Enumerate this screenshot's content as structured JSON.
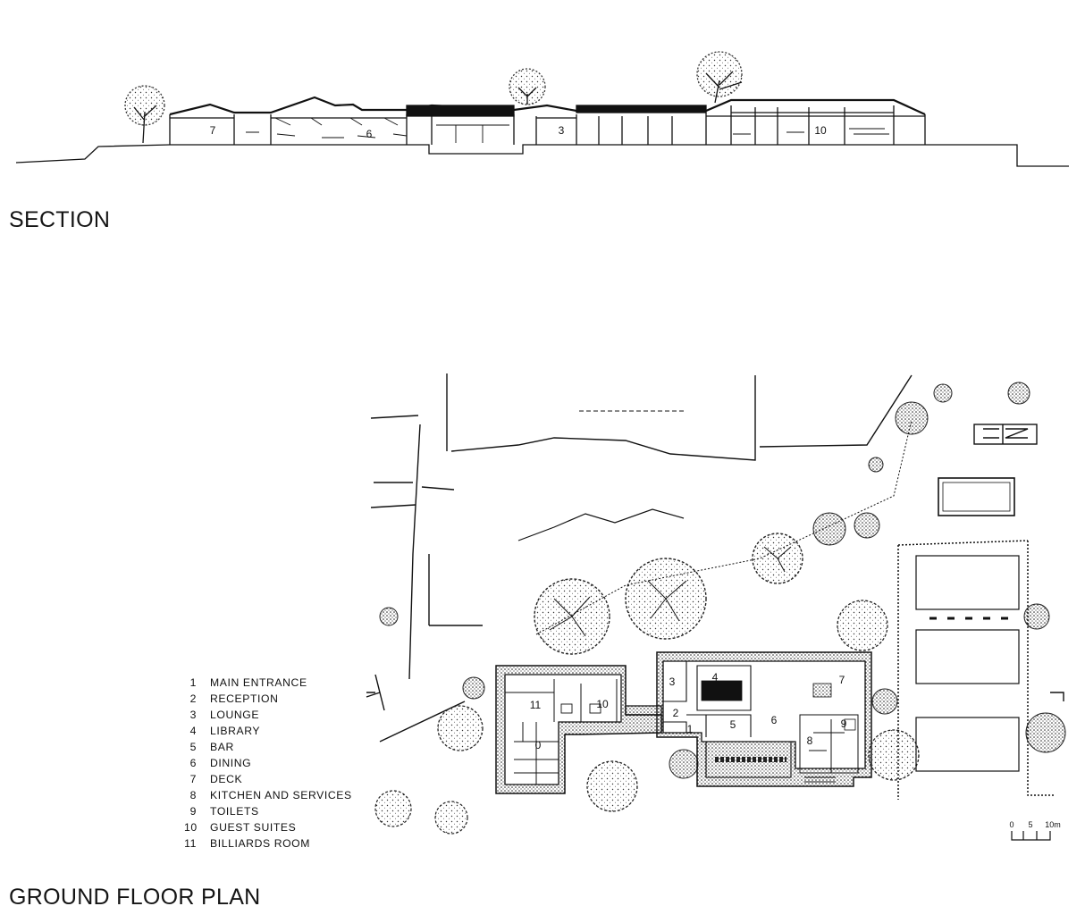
{
  "section": {
    "title": "SECTION",
    "room_labels": [
      "7",
      "6",
      "3",
      "10"
    ]
  },
  "plan": {
    "title": "GROUND FLOOR PLAN",
    "room_labels": [
      "11",
      "10",
      "0",
      "3",
      "4",
      "7",
      "2",
      "1",
      "5",
      "6",
      "8",
      "9"
    ],
    "scale_bar": {
      "ticks": [
        "0",
        "5",
        "10m"
      ]
    }
  },
  "legend": [
    {
      "num": "1",
      "label": "MAIN ENTRANCE"
    },
    {
      "num": "2",
      "label": "RECEPTION"
    },
    {
      "num": "3",
      "label": "LOUNGE"
    },
    {
      "num": "4",
      "label": "LIBRARY"
    },
    {
      "num": "5",
      "label": "BAR"
    },
    {
      "num": "6",
      "label": "DINING"
    },
    {
      "num": "7",
      "label": "DECK"
    },
    {
      "num": "8",
      "label": "KITCHEN AND SERVICES"
    },
    {
      "num": "9",
      "label": "TOILETS"
    },
    {
      "num": "10",
      "label": "GUEST SUITES"
    },
    {
      "num": "11",
      "label": "BILLIARDS ROOM"
    }
  ]
}
